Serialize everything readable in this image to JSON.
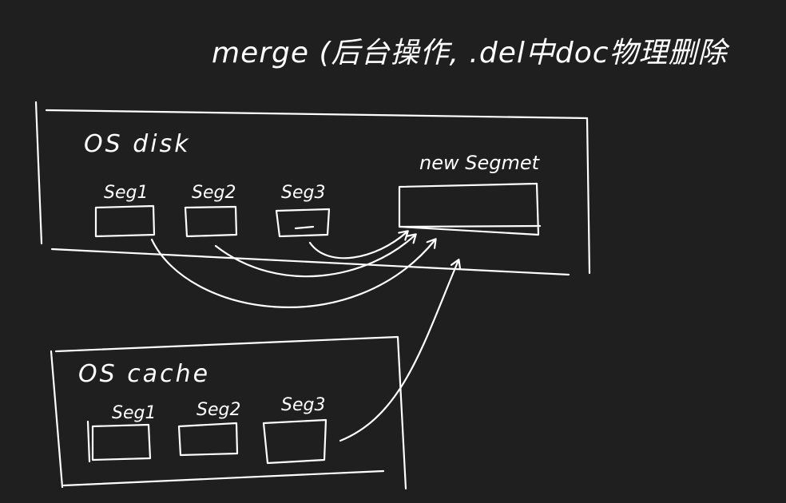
{
  "title": "merge (后台操作, .del中doc物理删除",
  "os_disk": {
    "label": "OS disk",
    "segments": [
      "Seg1",
      "Seg2",
      "Seg3"
    ],
    "new_segment_label": "new Segmet"
  },
  "os_cache": {
    "label": "OS cache",
    "segments": [
      "Seg1",
      "Seg2",
      "Seg3"
    ]
  }
}
